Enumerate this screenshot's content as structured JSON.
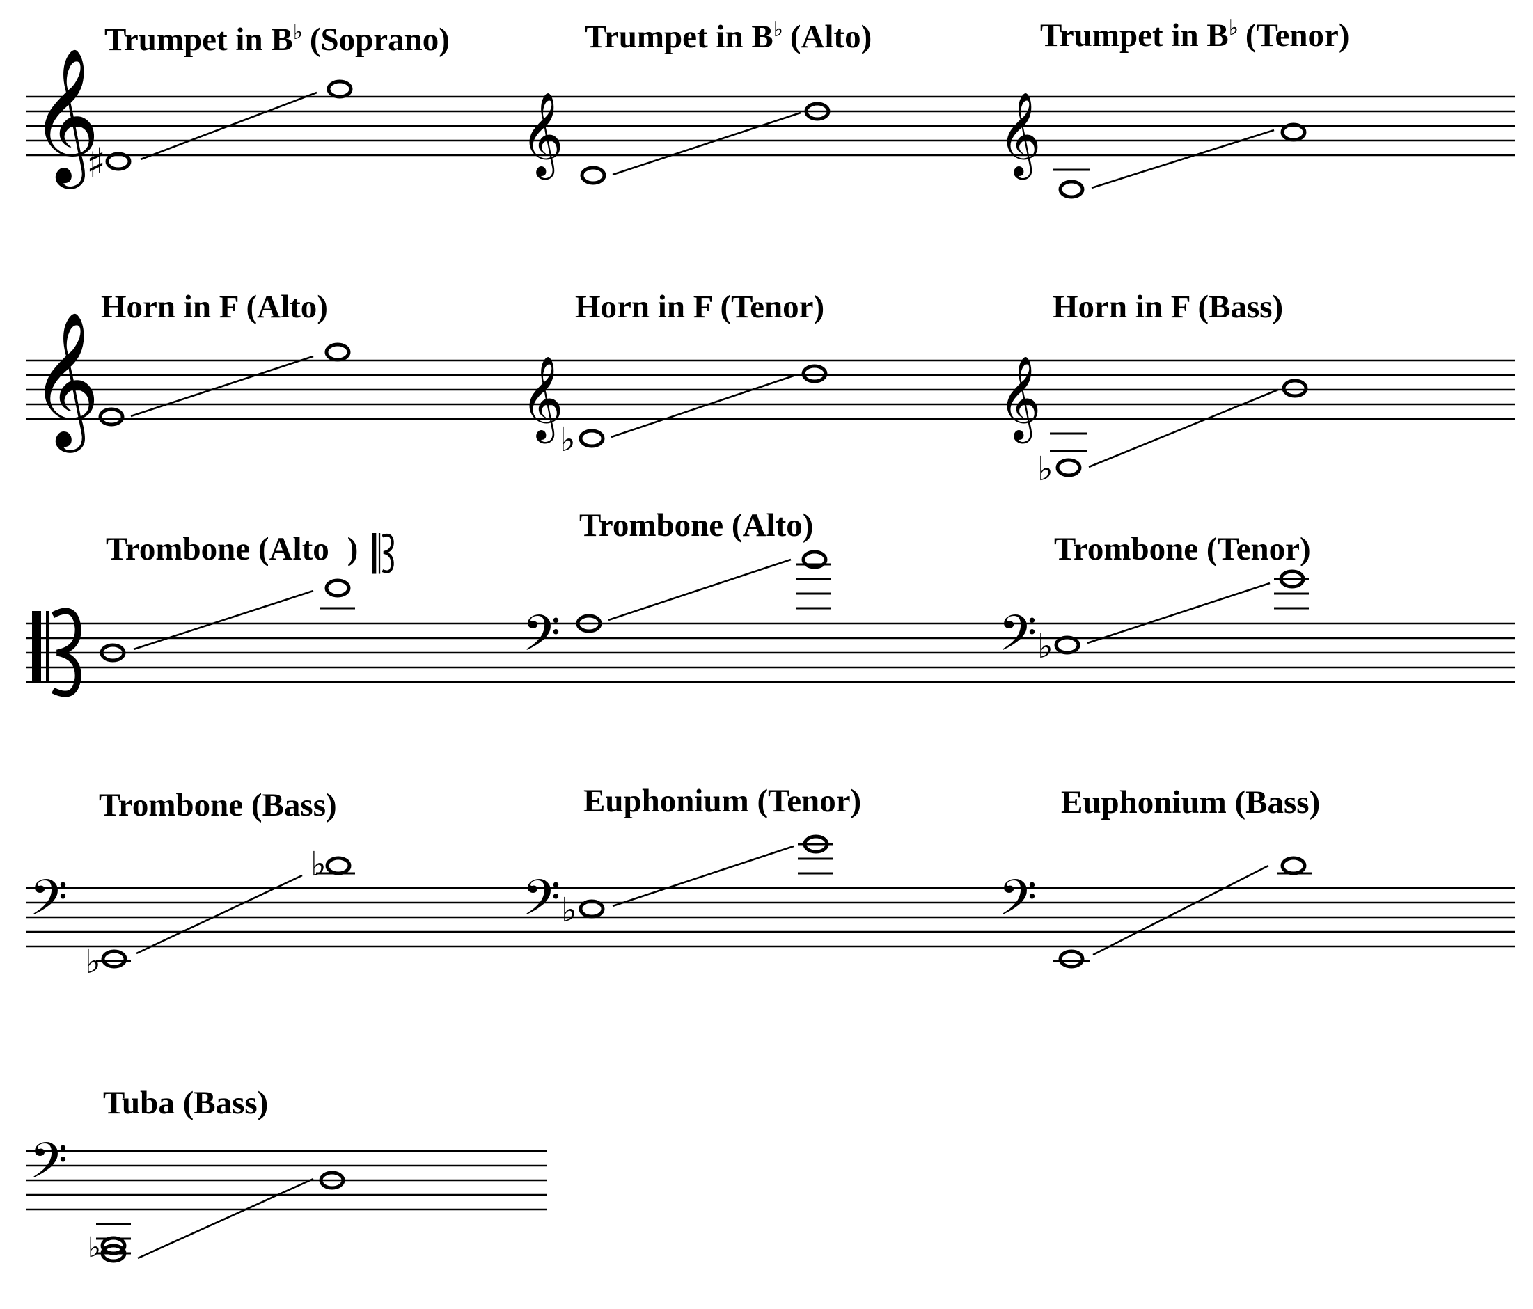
{
  "systems": [
    {
      "title": "Trumpet in B",
      "suffix": "(Soprano)",
      "accidental_sup": "♭",
      "clef": "treble",
      "low_acc": "♯",
      "high_acc": ""
    },
    {
      "title": "Trumpet in B",
      "suffix": "(Alto)",
      "accidental_sup": "♭",
      "clef": "treble",
      "low_acc": "",
      "high_acc": ""
    },
    {
      "title": "Trumpet in B",
      "suffix": "(Tenor)",
      "accidental_sup": "♭",
      "clef": "treble",
      "low_acc": "",
      "high_acc": ""
    },
    {
      "title": "Horn in F (Alto)",
      "clef": "treble",
      "low_acc": "",
      "high_acc": ""
    },
    {
      "title": "Horn in F (Tenor)",
      "clef": "treble",
      "low_acc": "♭",
      "high_acc": ""
    },
    {
      "title": "Horn in F (Bass)",
      "clef": "treble",
      "low_acc": "♭",
      "high_acc": ""
    },
    {
      "title": "Trombone (Alto",
      "suffix": ")",
      "title_clef_symbol": "alto-clef",
      "clef": "alto",
      "low_acc": "",
      "high_acc": ""
    },
    {
      "title": "Trombone (Alto)",
      "clef": "bass",
      "low_acc": "",
      "high_acc": ""
    },
    {
      "title": "Trombone (Tenor)",
      "clef": "bass",
      "low_acc": "♭",
      "high_acc": ""
    },
    {
      "title": "Trombone (Bass)",
      "clef": "bass",
      "low_acc": "♭",
      "high_acc": "♭"
    },
    {
      "title": "Euphonium (Tenor)",
      "clef": "bass",
      "low_acc": "♭",
      "high_acc": ""
    },
    {
      "title": "Euphonium (Bass)",
      "clef": "bass",
      "low_acc": "",
      "high_acc": ""
    },
    {
      "title": "Tuba (Bass)",
      "clef": "bass",
      "low_acc": "♭",
      "high_acc": ""
    }
  ]
}
